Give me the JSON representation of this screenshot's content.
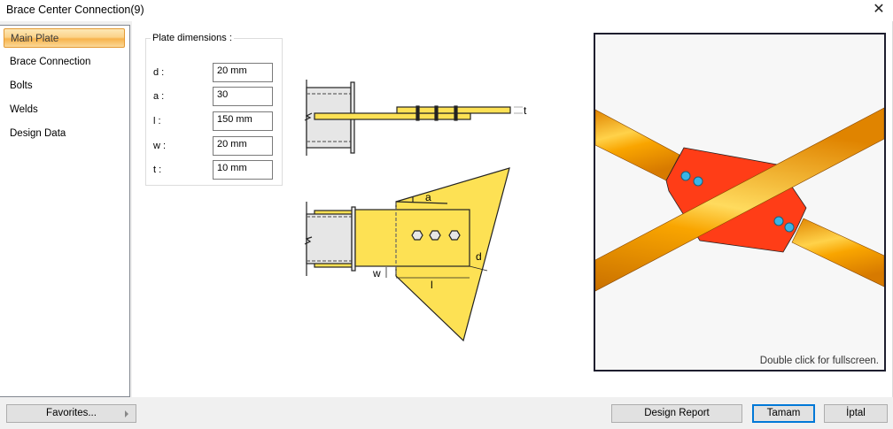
{
  "window": {
    "title": "Brace Center Connection(9)",
    "close_label": "✕"
  },
  "sidebar": {
    "items": [
      {
        "label": "Main Plate",
        "active": true
      },
      {
        "label": "Brace Connection",
        "active": false
      },
      {
        "label": "Bolts",
        "active": false
      },
      {
        "label": "Welds",
        "active": false
      },
      {
        "label": "Design Data",
        "active": false
      }
    ]
  },
  "plate_dimensions": {
    "legend": "Plate dimensions :",
    "fields": [
      {
        "label": "d :",
        "value": "20 mm"
      },
      {
        "label": "a :",
        "value": "30"
      },
      {
        "label": "l :",
        "value": "150 mm"
      },
      {
        "label": "w :",
        "value": "20 mm"
      },
      {
        "label": "t :",
        "value": "10 mm"
      }
    ]
  },
  "sketch": {
    "labels": {
      "t": "t",
      "a": "a",
      "d": "d",
      "w": "w",
      "l": "l"
    },
    "colors": {
      "plate": "#fde154",
      "column": "#e6e6e6",
      "outline": "#222222"
    }
  },
  "preview": {
    "hint": "Double click for fullscreen.",
    "colors": {
      "brace": "#f7a500",
      "gusset": "#ff3d17",
      "bolt": "#3ab4e6",
      "background": "#f7f7f7"
    }
  },
  "footer": {
    "favorites_label": "Favorites...",
    "design_report_label": "Design Report",
    "ok_label": "Tamam",
    "cancel_label": "İptal"
  }
}
